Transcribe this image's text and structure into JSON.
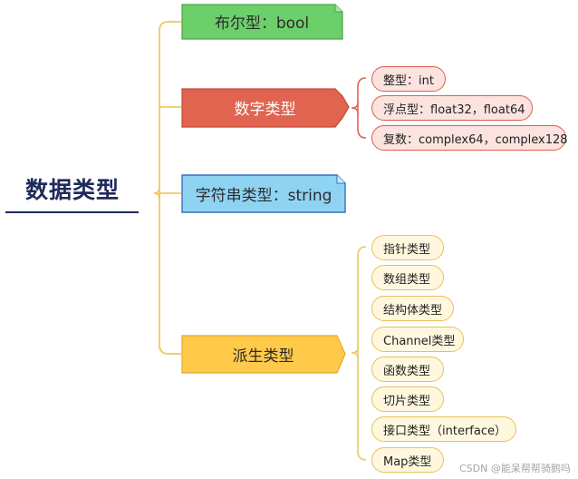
{
  "root": {
    "title": "数据类型"
  },
  "branches": {
    "bool": {
      "label": "布尔型：bool",
      "color": "#6ccf6a"
    },
    "numeric": {
      "label": "数字类型",
      "color": "#e0644f",
      "children": [
        "整型：int",
        "浮点型：float32，float64",
        "复数：complex64，complex128"
      ]
    },
    "string": {
      "label": "字符串类型：string",
      "color": "#8fd3f3"
    },
    "derived": {
      "label": "派生类型",
      "color": "#ffc94a",
      "children": [
        "指针类型",
        "数组类型",
        "结构体类型",
        "Channel类型",
        "函数类型",
        "切片类型",
        "接口类型（interface）",
        "Map类型"
      ]
    }
  },
  "watermark": "CSDN @能呆帮帮骑鹅吗"
}
